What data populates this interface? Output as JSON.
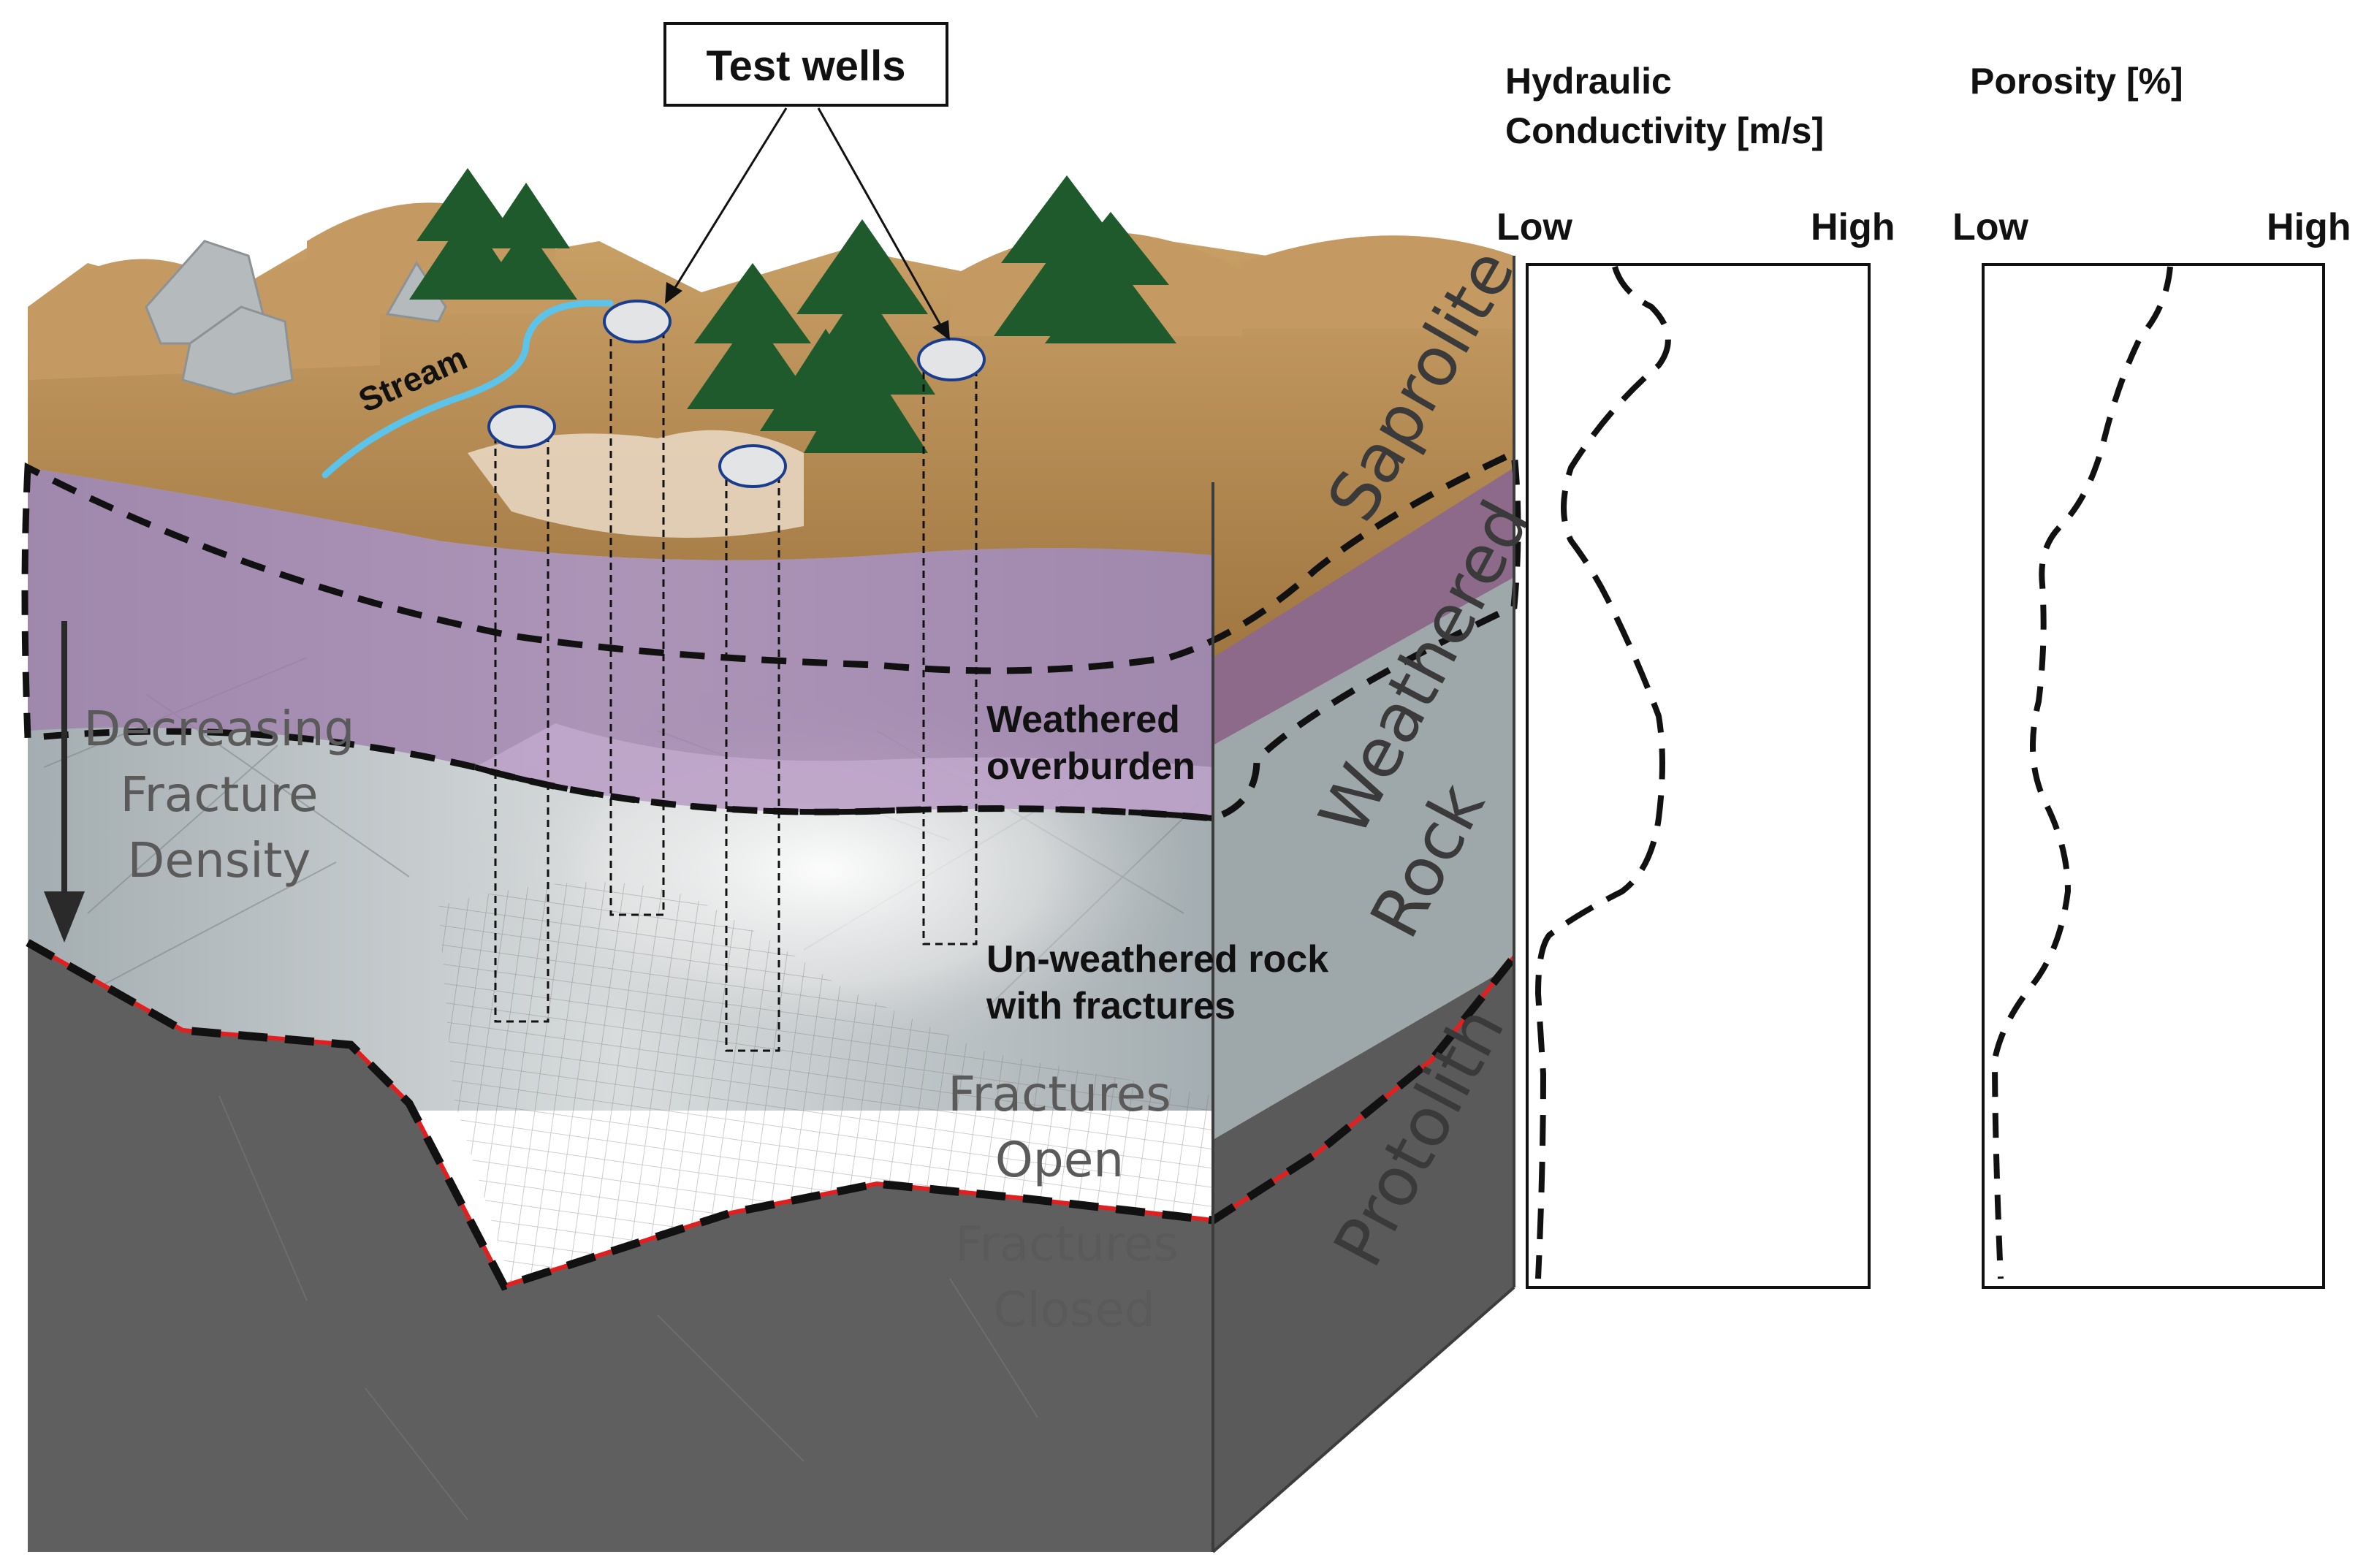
{
  "callout": {
    "title": "Test wells"
  },
  "surface": {
    "stream_label": "Stream"
  },
  "layers": {
    "saprolite": "Saprolite",
    "weathered_rock_line1": "Weathered",
    "weathered_rock_line2": "Rock",
    "protolith": "Protolith",
    "weathered_overburden_line1": "Weathered",
    "weathered_overburden_line2": "overburden",
    "unweathered_line1": "Un-weathered rock",
    "unweathered_line2": "with fractures"
  },
  "annotations": {
    "decreasing_line1": "Decreasing",
    "decreasing_line2": "Fracture",
    "decreasing_line3": "Density",
    "fractures_open_line1": "Fractures",
    "fractures_open_line2": "Open",
    "fractures_closed_line1": "Fractures",
    "fractures_closed_line2": "Closed"
  },
  "profiles": {
    "hydraulic": {
      "title_line1": "Hydraulic",
      "title_line2": "Conductivity [m/s]",
      "low": "Low",
      "high": "High"
    },
    "porosity": {
      "title": "Porosity [%]",
      "low": "Low",
      "high": "High"
    }
  },
  "colors": {
    "saprolite": "#b8884e",
    "weathered_band": "#8a5f86",
    "weathered_rock": "#b9bfc2",
    "protolith": "#5d5d5d",
    "stream": "#5cc3ea",
    "trees": "#1f5a2c",
    "red_boundary": "#e02020"
  }
}
